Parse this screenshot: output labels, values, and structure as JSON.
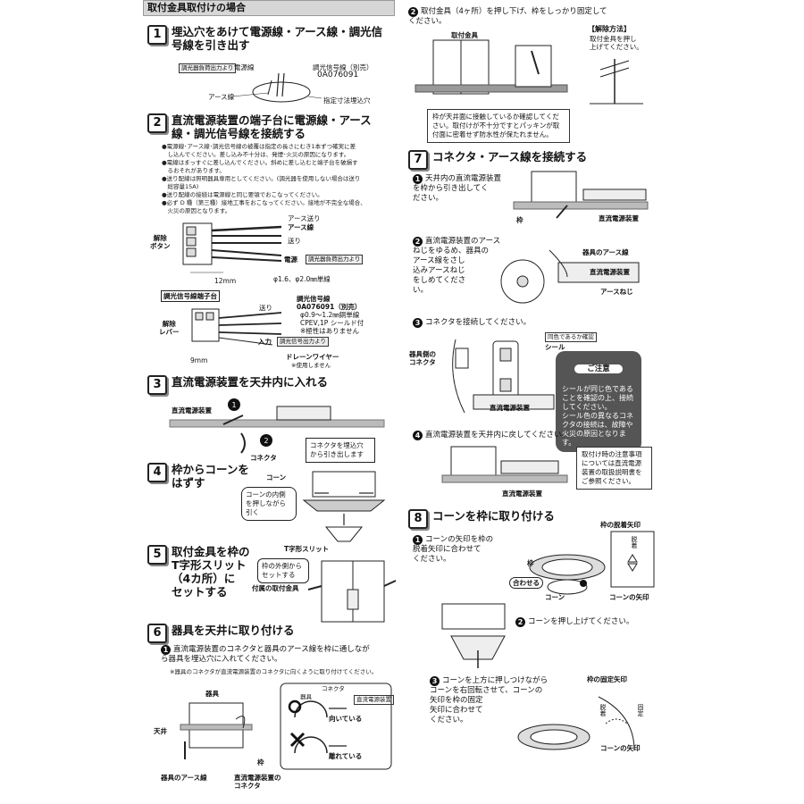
{
  "header": {
    "title": "取付金具取付けの場合"
  },
  "step1": {
    "num": "1",
    "title": "埋込穴をあけて電源線・アース線・調光信\n号線を引き出す",
    "labels": {
      "dimming_output": "調光器負荷出力より",
      "power_line": "電源線",
      "signal_line": "調光信号線（別売）",
      "signal_model": "0A076091",
      "earth_line": "アース線",
      "hole": "指定寸法埋込穴"
    }
  },
  "step2": {
    "num": "2",
    "title": "直流電源装置の端子台に電源線・アース\n線・調光信号線を接続する",
    "notes": "●電源線･アース線･調光信号線の被覆は指定の長さにむき1本ずつ確実に差\n　し込んでください。差し込み不十分は、発煙･火災の原因になります。\n●電線はまっすぐに差し込んでください。斜めに差し込むと端子台を破損す\n　るおそれがあります。\n●送り配線は照明器具専用としてください。(調光器を使用しない場合は送り\n　総容量15A)\n●送り配線の接続は電源線と同じ要領でおこなってください。\n●必ず D 種（第三種）接地工事をおこなってください。接地が不完全な場合、\n　火災の原因となります。",
    "labels": {
      "release_button": "解除\nボタン",
      "earth_feed": "アース送り",
      "earth_line": "アース線",
      "feed": "送り",
      "power": "電源",
      "dim_out": "調光器負荷出力より",
      "dim_mm": "12mm",
      "wire": "φ1.6、φ2.0㎜単線",
      "signal_terminal": "調光信号線端子台",
      "release_lever": "解除\nレバー",
      "feed2": "送り",
      "signal_line": "調光信号線",
      "signal_model": "0A076091（別売）",
      "signal_spec": "φ0.9〜1.2㎜銅単線\nCPEV,1P シールド付",
      "no_polarity": "※極性はありません",
      "input": "入力",
      "dim_out2": "調光信号出力より",
      "mm9": "9mm",
      "drain": "ドレーンワイヤー",
      "drain_note": "※使用しません"
    }
  },
  "step3": {
    "num": "3",
    "title": "直流電源装置を天井内に入れる",
    "labels": {
      "psu": "直流電源装置",
      "connector": "コネクタ",
      "pull_note": "コネクタを埋込穴\nから引き出します"
    }
  },
  "step4": {
    "num": "4",
    "title": "枠からコーンを\nはずす",
    "labels": {
      "cone": "コーン",
      "inside": "コーンの内側\nを押しながら\n引く"
    }
  },
  "step5": {
    "num": "5",
    "title": "取付金具を枠の\nT字形スリット\n（4カ所）に\nセットする",
    "labels": {
      "slit": "T字形スリット",
      "outside": "枠の外側から\nセットする",
      "bracket": "付属の取付金具"
    }
  },
  "step6": {
    "num": "6",
    "title": "器具を天井に取り付ける",
    "sub1": "直流電源装置のコネクタと器具のアース線を枠に通しなが\nら器具を埋込穴に入れてください。",
    "note": "※器具のコネクタが直流電源装置のコネクタに向くように取り付けてください。",
    "labels": {
      "fixture": "器具",
      "ceiling": "天井",
      "fixture_earth": "器具のアース線",
      "frame": "枠",
      "psu_connector": "直流電源装置の\nコネクタ",
      "fixture2": "器具",
      "connector": "コネクタ",
      "psu": "直流電源装置",
      "facing": "向いている",
      "apart": "離れている"
    }
  },
  "right_step2": {
    "text": "取付金具（4ヶ所）を押し下げ、枠をしっかり固定して\nください。",
    "bracket": "取付金具",
    "release_title": "【解除方法】",
    "release_text": "取付金具を押し\n上げてください。",
    "warning": "枠が天井面に接触しているか確認してくだ\nさい。取付けが不十分ですとパッキンが取\n付面に密着せず防水性が保たれません。"
  },
  "step7": {
    "num": "7",
    "title": "コネクタ・アース線を接続する",
    "sub1": "天井内の直流電源装置\nを枠から引き出してく\nださい。",
    "frame": "枠",
    "psu": "直流電源装置",
    "sub2": "直流電源装置のアース\nねじをゆるめ、器具の\nアース線をさし\n込みアースねじ\nをしめてくださ\nい。",
    "fixture_earth": "器具のアース線",
    "psu2": "直流電源装置",
    "earth_screw": "アースねじ",
    "sub3": "コネクタを接続してください。",
    "fixture_connector": "器具側の\nコネクタ",
    "same_color": "同色であるか確認",
    "seal": "シール",
    "psu3": "直流電源装置",
    "caution_title": "ご注意",
    "caution_text": "シールが同じ色である\nことを確認の上、接続\nしてください。\nシール色の異なるコネ\nクタの接続は、故障や\n火災の原因となります。",
    "sub4": "直流電源装置を天井内に戻してください。",
    "psu4": "直流電源装置",
    "note": "取付け時の注意事項\nについては直流電源\n装置の取扱説明書を\nご参照ください。"
  },
  "step8": {
    "num": "8",
    "title": "コーンを枠に取り付ける",
    "sub1": "コーンの矢印を枠の\n脱着矢印に合わせて\nください。",
    "frame": "枠",
    "align": "合わせる",
    "cone": "コーン",
    "release_arrow": "枠の脱着矢印",
    "cone_arrow": "コーンの矢印",
    "detach": "脱着",
    "sub2": "コーンを押し上げてください。",
    "sub3": "コーンを上方に押しつけながら\nコーンを右回転させて、コーンの\n矢印を枠の固定\n矢印に合わせて\nください。",
    "fixed_arrow": "枠の固定矢印",
    "cone_arrow2": "コーンの矢印",
    "detach2": "脱着",
    "fixed": "固定"
  }
}
